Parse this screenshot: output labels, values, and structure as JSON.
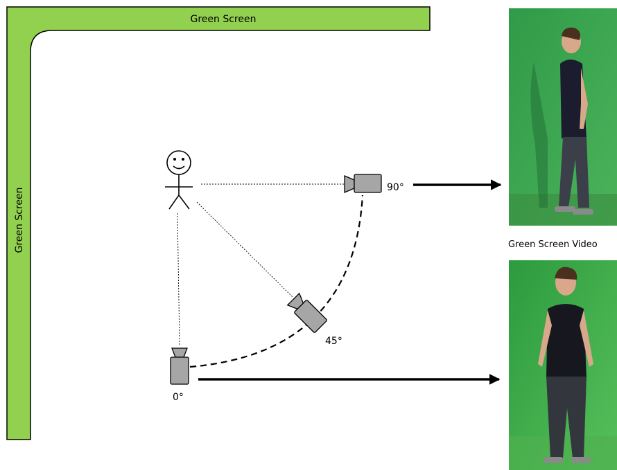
{
  "green_screen_top_label": "Green Screen",
  "green_screen_side_label": "Green Screen",
  "camera_labels": {
    "cam_90": "90°",
    "cam_45": "45°",
    "cam_0": "0°"
  },
  "video_caption": "Green Screen Video",
  "colors": {
    "screen_fill": "#92d050",
    "screen_stroke": "#000000",
    "camera_fill": "#a6a6a6",
    "video_green": "#3fa64a"
  }
}
